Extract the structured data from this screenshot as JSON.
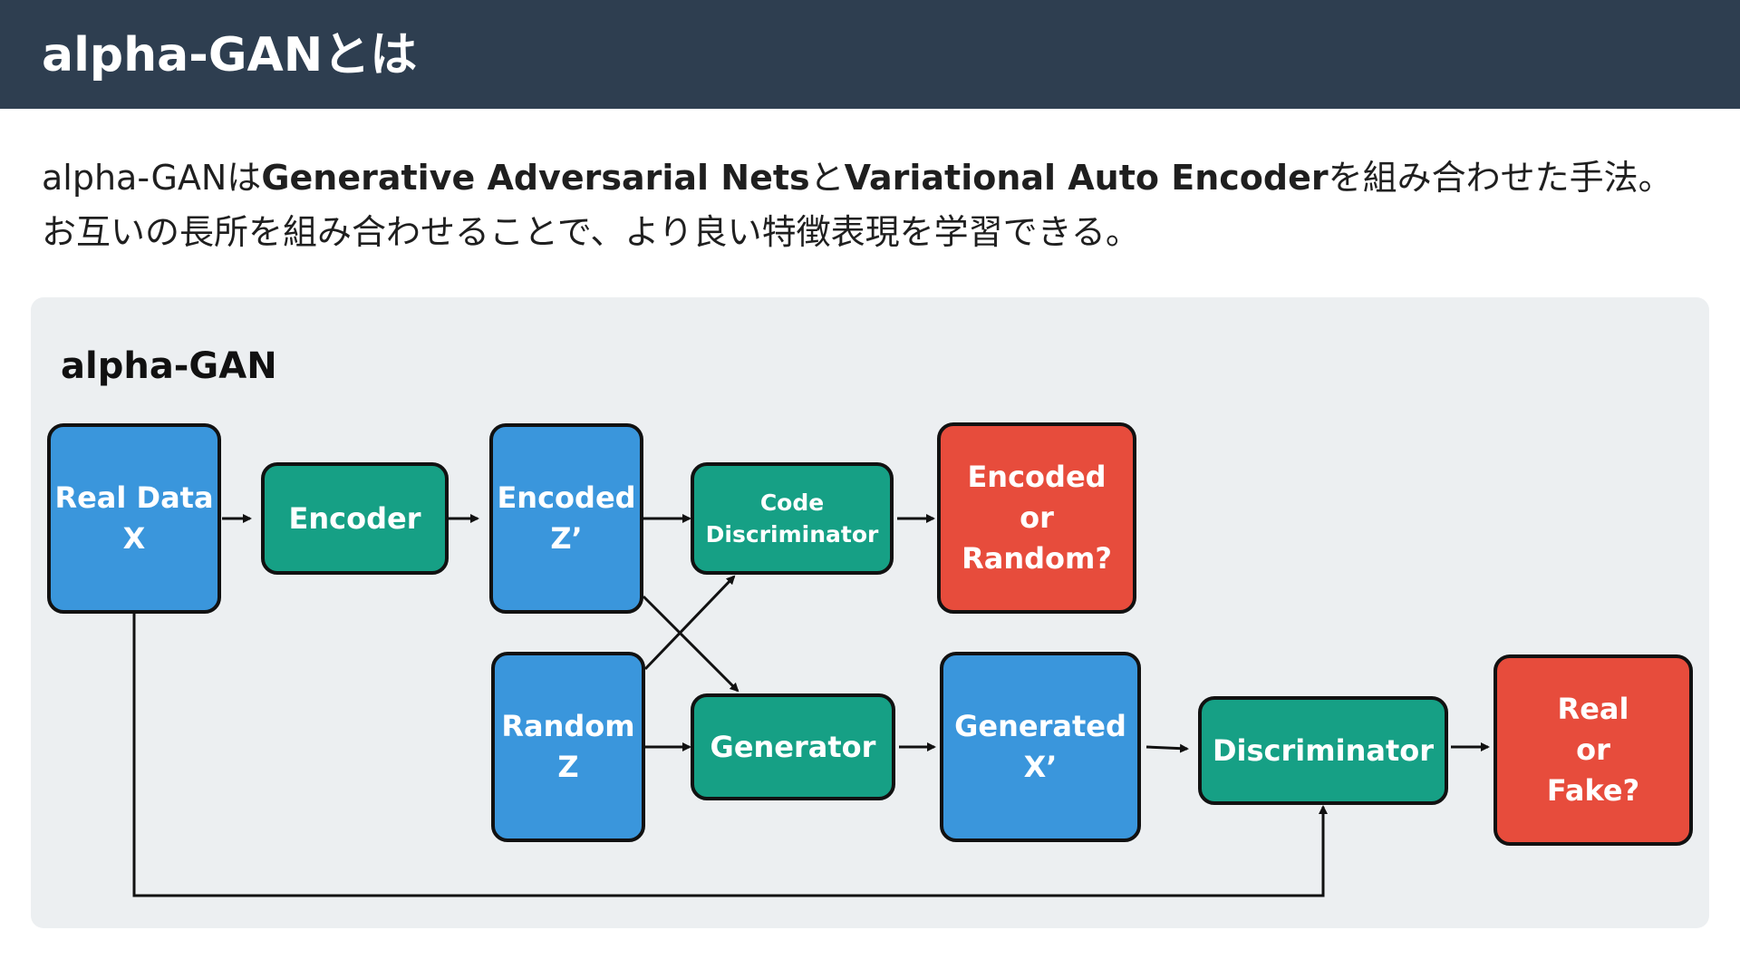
{
  "header": {
    "title": "alpha-GANとは"
  },
  "description": {
    "line1": {
      "prefix": "alpha-GANは",
      "bold1": "Generative Adversarial Nets",
      "middle": "と",
      "bold2": "Variational Auto Encoder",
      "suffix": "を組み合わせた手法。"
    },
    "line2": "お互いの長所を組み合わせることで、より良い特徴表現を学習できる。"
  },
  "diagram": {
    "title": "alpha-GAN",
    "colors": {
      "data_node": "#3a96dc",
      "network_node": "#16a085",
      "output_node": "#e74c3c",
      "panel_background": "#eceff1",
      "header_background": "#2e3e50"
    },
    "nodes": {
      "real_data": {
        "line1": "Real Data",
        "line2": "X"
      },
      "encoder": {
        "line1": "Encoder"
      },
      "encoded_z": {
        "line1": "Encoded",
        "line2": "Z’"
      },
      "code_discriminator": {
        "line1": "Code",
        "line2": "Discriminator"
      },
      "encoded_or_random": {
        "line1": "Encoded",
        "line2": "or",
        "line3": "Random?"
      },
      "random_z": {
        "line1": "Random",
        "line2": "Z"
      },
      "generator": {
        "line1": "Generator"
      },
      "generated_x": {
        "line1": "Generated",
        "line2": "X’"
      },
      "discriminator": {
        "line1": "Discriminator"
      },
      "real_or_fake": {
        "line1": "Real",
        "line2": "or",
        "line3": "Fake?"
      }
    },
    "edges": [
      [
        "real_data",
        "encoder"
      ],
      [
        "encoder",
        "encoded_z"
      ],
      [
        "encoded_z",
        "code_discriminator"
      ],
      [
        "encoded_z",
        "generator"
      ],
      [
        "random_z",
        "code_discriminator"
      ],
      [
        "random_z",
        "generator"
      ],
      [
        "code_discriminator",
        "encoded_or_random"
      ],
      [
        "generator",
        "generated_x"
      ],
      [
        "generated_x",
        "discriminator"
      ],
      [
        "real_data",
        "discriminator"
      ],
      [
        "discriminator",
        "real_or_fake"
      ]
    ]
  }
}
